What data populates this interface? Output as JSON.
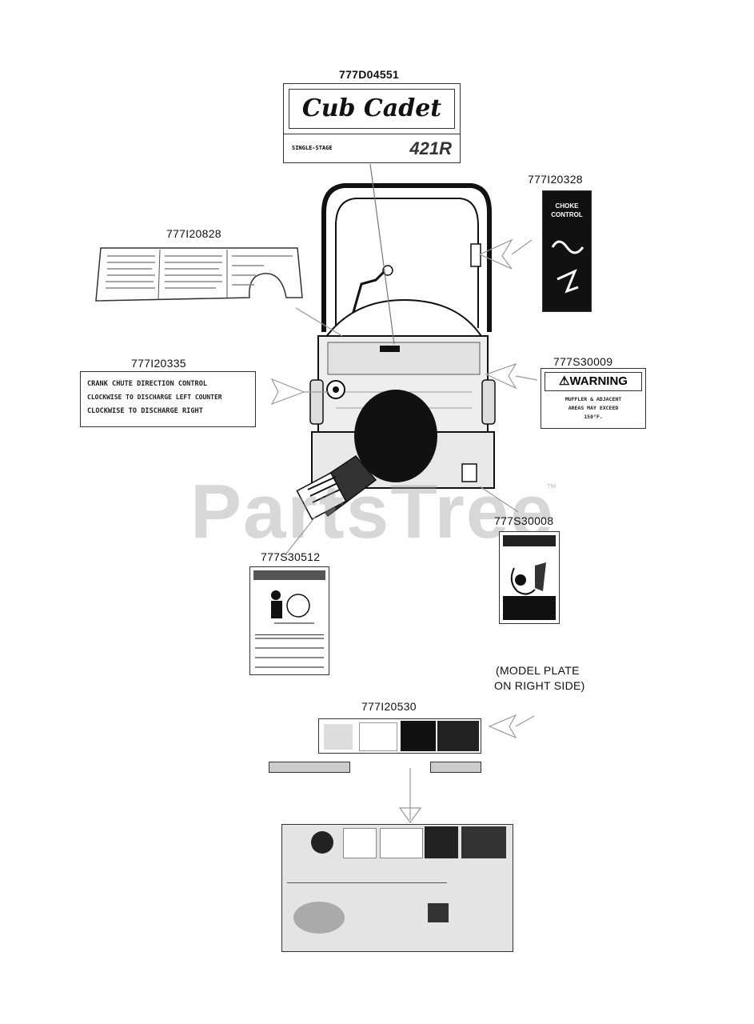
{
  "parts": {
    "p1": "777D04551",
    "p2": "777I20328",
    "p3": "777I20828",
    "p4": "777I20335",
    "p5": "777S30009",
    "p6": "777S30008",
    "p7": "777S30512",
    "p8": "777I20530"
  },
  "logo": {
    "brand": "Cub Cadet",
    "model": "421R",
    "sub": "SINGLE-STAGE"
  },
  "crank_label": {
    "line1": "CRANK CHUTE DIRECTION CONTROL",
    "line2": "CLOCKWISE TO DISCHARGE LEFT COUNTER",
    "line3": "CLOCKWISE TO DISCHARGE RIGHT"
  },
  "warning_label": {
    "title": "WARNING",
    "line1": "MUFFLER & ADJACENT",
    "line2": "AREAS MAY EXCEED",
    "line3": "150°F."
  },
  "control_label": {
    "title1": "CHOKE",
    "title2": "CONTROL"
  },
  "model_plate_note": {
    "line1": "(MODEL PLATE",
    "line2": "ON RIGHT SIDE)"
  },
  "watermark": {
    "text": "PartsTree",
    "tm": "™"
  }
}
